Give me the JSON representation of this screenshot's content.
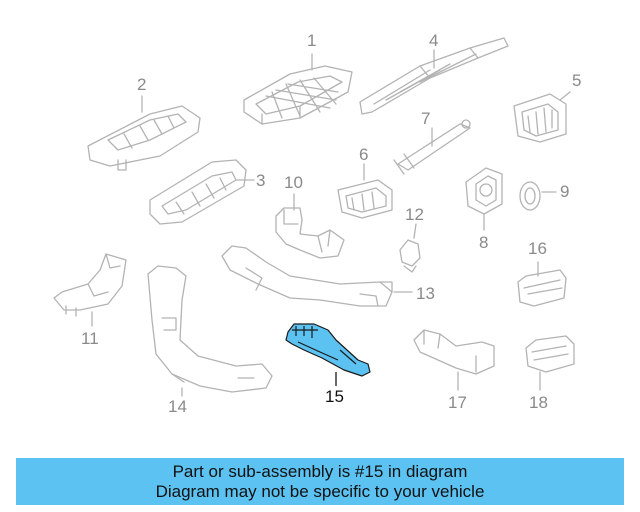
{
  "colors": {
    "highlight": "#5bc2f2",
    "part_line": "#b3b3b3",
    "highlight_outline": "#1a1a1a",
    "banner_bg": "#5bc2f2"
  },
  "callouts": {
    "c1": "1",
    "c2": "2",
    "c3": "3",
    "c4": "4",
    "c5": "5",
    "c6": "6",
    "c7": "7",
    "c8": "8",
    "c9": "9",
    "c10": "10",
    "c11": "11",
    "c12": "12",
    "c13": "13",
    "c14": "14",
    "c15": "15",
    "c16": "16",
    "c17": "17",
    "c18": "18"
  },
  "banner": {
    "line1": "Part or sub-assembly is #15 in diagram",
    "line2": "Diagram may not be specific to your vehicle"
  }
}
